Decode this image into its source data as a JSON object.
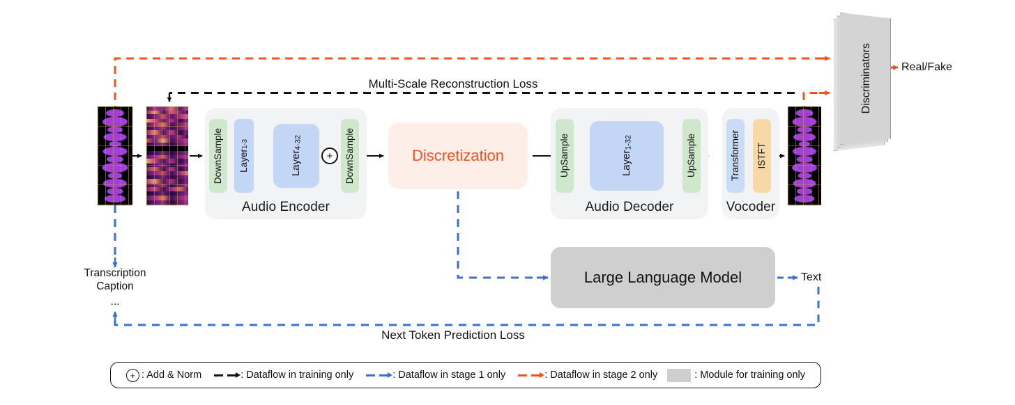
{
  "figure": {
    "title": "Audio codec and LLM architecture diagram",
    "colors": {
      "accent_orange": "#f4511e",
      "accent_blue": "#3b6fd4",
      "black": "#111111",
      "module_gray": "#cfcfcf",
      "green_block": "#cfe8cb",
      "blue_block": "#c3d6f5",
      "orange_block": "#f7d9a8",
      "group_bg": "#f2f3f5",
      "discretization_bg": "#fdeee7"
    }
  },
  "encoder": {
    "label": "Audio Encoder",
    "blocks": [
      {
        "name": "downsample-in",
        "label": "DownSample",
        "color": "green"
      },
      {
        "name": "layer-1-3",
        "label": "Layer",
        "sub": "1-3",
        "color": "blue"
      },
      {
        "name": "layer-4-32",
        "label": "Layer",
        "sub": "4-32",
        "color": "blue"
      },
      {
        "name": "downsample-out",
        "label": "DownSample",
        "color": "green"
      }
    ],
    "add_norm_symbol": "+"
  },
  "discretization": {
    "label": "Discretization"
  },
  "decoder": {
    "label": "Audio Decoder",
    "blocks": [
      {
        "name": "upsample-in",
        "label": "UpSample",
        "color": "green"
      },
      {
        "name": "layer-1-32",
        "label": "Layer",
        "sub": "1-32",
        "color": "blue"
      },
      {
        "name": "upsample-out",
        "label": "UpSample",
        "color": "green"
      }
    ]
  },
  "vocoder": {
    "label": "Vocoder",
    "blocks": [
      {
        "name": "transformer",
        "label": "Transformer",
        "color": "blue"
      },
      {
        "name": "istft",
        "label": "ISTFT",
        "color": "orange"
      }
    ]
  },
  "discriminators": {
    "label": "Discriminators",
    "output_label": "Real/Fake"
  },
  "llm": {
    "label": "Large Language Model",
    "output_label": "Text"
  },
  "text_inputs": {
    "line1": "Transcription",
    "line2": "Caption",
    "line3": "..."
  },
  "losses": {
    "reconstruction": "Multi-Scale Reconstruction Loss",
    "next_token": "Next Token Prediction Loss"
  },
  "media": {
    "input_waveform": "input-waveform",
    "input_spectrogram": "input-mel-spectrogram",
    "output_waveform": "output-waveform"
  },
  "legend": {
    "items": [
      {
        "name": "add-norm",
        "glyph": "+",
        "text": ": Add & Norm",
        "style": "circle"
      },
      {
        "name": "dataflow-training",
        "text": ": Dataflow in training only",
        "style": "dashed-arrow",
        "color": "black"
      },
      {
        "name": "dataflow-stage-1",
        "text": ": Dataflow in stage 1 only",
        "style": "dashed-arrow",
        "color": "blue"
      },
      {
        "name": "dataflow-stage-2",
        "text": ": Dataflow in stage 2 only",
        "style": "dashed-arrow",
        "color": "orange"
      },
      {
        "name": "module-training-only",
        "text": ": Module for training only",
        "style": "swatch",
        "color": "gray"
      }
    ]
  }
}
